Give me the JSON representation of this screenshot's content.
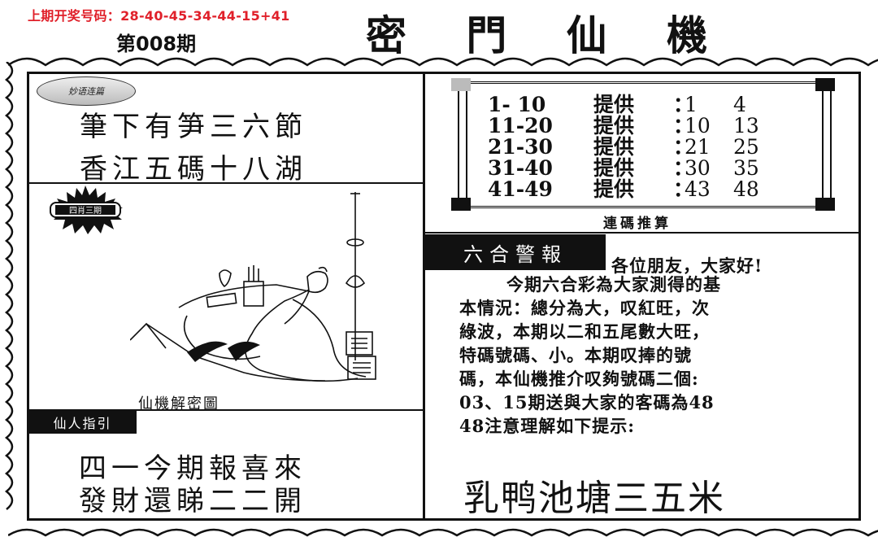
{
  "header": {
    "last_draw": "上期开奖号码：28-40-45-34-44-15+41",
    "issue": "第008期",
    "title_chars": [
      "密",
      "門",
      "仙",
      "機"
    ]
  },
  "left": {
    "pill_label": "妙语连篇",
    "poem_top": [
      "筆下有笋三六節",
      "香江五碼十八湖"
    ],
    "badge_label": "四肖三期",
    "image_alt": "scholar-reclining-illustration",
    "image_caption": "仙機解密圖",
    "guide_label": "仙人指引",
    "poem_bottom": [
      "四一今期報喜來",
      "發財還睇二二開"
    ]
  },
  "right": {
    "number_table": [
      {
        "range": "1- 10",
        "label": "提供",
        "colon": "：",
        "a": "1",
        "b": "4"
      },
      {
        "range": "11-20",
        "label": "提供",
        "colon": "：",
        "a": "10",
        "b": "13"
      },
      {
        "range": "21-30",
        "label": "提供",
        "colon": "：",
        "a": "21",
        "b": "25"
      },
      {
        "range": "31-40",
        "label": "提供",
        "colon": "：",
        "a": "30",
        "b": "35"
      },
      {
        "range": "41-49",
        "label": "提供",
        "colon": "：",
        "a": "43",
        "b": "48"
      }
    ],
    "table_caption": "連碼推算",
    "alert_label": "六合警報",
    "greeting": "各位朋友，大家好!",
    "body_lines": [
      "今期六合彩為大家測得的基",
      "本情況：總分為大，叹紅旺，次",
      "綠波，本期以二和五尾數大旺，",
      "特碼號碼、小。本期叹捧的號",
      "碼，本仙機推介叹夠號碼二個:",
      "03、15期送與大家的客碼為48",
      "48注意理解如下提示:"
    ],
    "hint": "乳鸭池塘三五米"
  }
}
